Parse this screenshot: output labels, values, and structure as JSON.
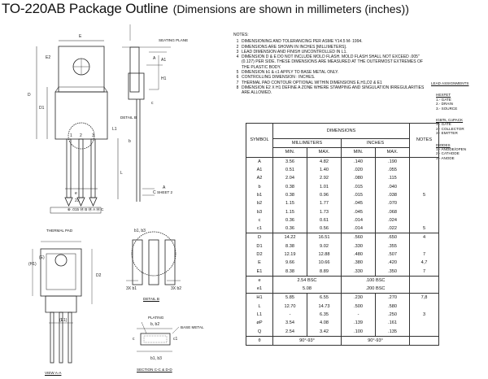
{
  "title": "TO-220AB Package Outline",
  "subtitle": "(Dimensions are shown in millimeters (inches))",
  "notes": {
    "header": "NOTES:",
    "items": [
      {
        "n": "1",
        "text": "DIMENSIONING AND TOLERANCING PER ASME Y14.5 M- 1994."
      },
      {
        "n": "2",
        "text": "DIMENSIONS ARE SHOWN IN INCHES [MILLIMETERS]."
      },
      {
        "n": "3",
        "text": "LEAD DIMENSION AND FINISH UNCONTROLLED IN L1."
      },
      {
        "n": "4",
        "text": "DIMENSION D & E DO NOT INCLUDE MOLD FLASH. MOLD FLASH SHALL NOT EXCEED .005\" (0.127) PER SIDE. THESE DIMENSIONS ARE MEASURED AT THE OUTERMOST EXTREMES OF THE PLASTIC BODY."
      },
      {
        "n": "5",
        "text": "DIMENSION b1 & c1 APPLY TO BASE METAL ONLY."
      },
      {
        "n": "6",
        "text": "CONTROLLING DIMENSION : INCHES."
      },
      {
        "n": "7",
        "text": "THERMAL PAD CONTOUR OPTIONAL WITHIN DIMENSIONS E,H1,D2 & E1"
      },
      {
        "n": "8",
        "text": "DIMENSION E2 X H1 DEFINE A ZONE WHERE STAMPING AND SINGULATION IRREGULARITIES ARE ALLOWED."
      }
    ]
  },
  "lead_assignments": {
    "title": "LEAD ASSIGNMENTS",
    "groups": [
      {
        "name": "HEXFET",
        "items": [
          "1.- GATE",
          "2.- DRAIN",
          "3.- SOURCE"
        ]
      },
      {
        "name": "IGBTs, CoPACK",
        "items": [
          "1.- GATE",
          "2.- COLLECTOR",
          "3.- EMITTER"
        ]
      },
      {
        "name": "DIODES",
        "items": [
          "1.- ANODE/OPEN",
          "2.- CATHODE",
          "3.- ANODE"
        ]
      }
    ]
  },
  "table": {
    "dim_header": "DIMENSIONS",
    "symbol_header": "SYMBOL",
    "mm_header": "MILLIMETERS",
    "in_header": "INCHES",
    "notes_header": "NOTES",
    "min": "MIN.",
    "max": "MAX.",
    "rows": [
      [
        "A",
        "3.56",
        "4.82",
        ".140",
        ".190",
        ""
      ],
      [
        "A1",
        "0.51",
        "1.40",
        ".020",
        ".055",
        ""
      ],
      [
        "A2",
        "2.04",
        "2.92",
        ".080",
        ".115",
        ""
      ],
      [
        "b",
        "0.38",
        "1.01",
        ".015",
        ".040",
        ""
      ],
      [
        "b1",
        "0.38",
        "0.96",
        ".015",
        ".038",
        "5"
      ],
      [
        "b2",
        "1.15",
        "1.77",
        ".045",
        ".070",
        ""
      ],
      [
        "b3",
        "1.15",
        "1.73",
        ".045",
        ".068",
        ""
      ],
      [
        "c",
        "0.36",
        "0.61",
        ".014",
        ".024",
        ""
      ],
      [
        "c1",
        "0.36",
        "0.56",
        ".014",
        ".022",
        "5"
      ],
      [
        "D",
        "14.22",
        "16.51",
        ".560",
        ".650",
        "4"
      ],
      [
        "D1",
        "8.38",
        "9.02",
        ".330",
        ".355",
        ""
      ],
      [
        "D2",
        "12.19",
        "12.88",
        ".480",
        ".507",
        "7"
      ],
      [
        "E",
        "9.66",
        "10.66",
        ".380",
        ".420",
        "4,7"
      ],
      [
        "E1",
        "8.38",
        "8.89",
        ".330",
        ".350",
        "7"
      ],
      [
        "e",
        "2.54 BSC",
        "",
        ".100 BSC",
        "",
        ""
      ],
      [
        "e1",
        "5.08",
        "",
        ".200 BSC",
        "",
        ""
      ],
      [
        "H1",
        "5.85",
        "6.55",
        ".230",
        ".270",
        "7,8"
      ],
      [
        "L",
        "12.70",
        "14.73",
        ".500",
        ".580",
        ""
      ],
      [
        "L1",
        "-",
        "6.35",
        "-",
        ".250",
        "3"
      ],
      [
        "øP",
        "3.54",
        "4.08",
        ".139",
        ".161",
        ""
      ],
      [
        "Q",
        "2.54",
        "3.42",
        ".100",
        ".135",
        ""
      ],
      [
        "θ",
        "90°-93°",
        "",
        "90°-93°",
        "",
        ""
      ]
    ]
  },
  "drawing_labels": {
    "seating_plane": "SEATING PLANE",
    "detail_b": "DETAIL B",
    "thermal_pad": "THERMAL PAD",
    "view_aa": "VIEW A-A",
    "detail_b_caption": "DETAIL B",
    "section": "SECTION C-C & D-D",
    "plating": "PLATING",
    "base_metal": "BASE METAL",
    "sheet2": "SHEET 2",
    "tol1": "⊕ .015 Ⓜ B Ⓜ A Ⓜ C"
  }
}
